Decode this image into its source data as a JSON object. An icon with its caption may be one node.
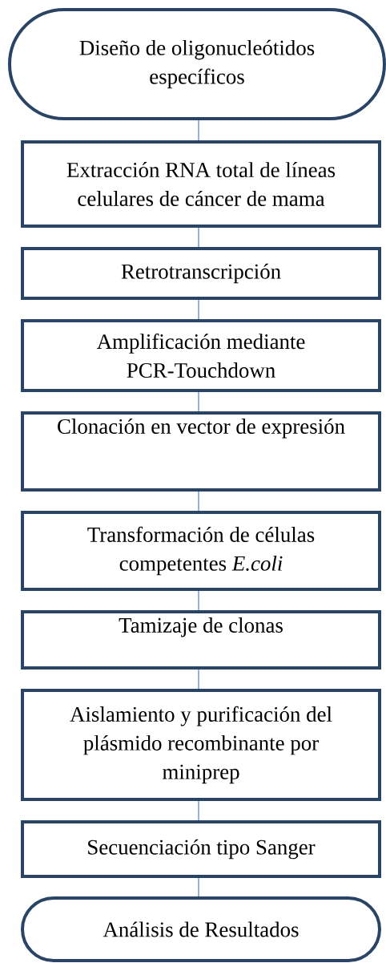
{
  "diagram": {
    "nodes": [
      {
        "text": [
          "Diseño de oligonucleótidos específicos"
        ]
      },
      {
        "text": [
          "Extracción RNA total de líneas celulares de cáncer de mama"
        ]
      },
      {
        "text": [
          "Retrotranscripción"
        ]
      },
      {
        "text": [
          "Amplificación mediante PCR-Touchdown"
        ]
      },
      {
        "text": [
          "Clonación en vector de expresión"
        ]
      },
      {
        "text": [
          "Transformación de células competentes *E.coli*"
        ]
      },
      {
        "text": [
          "Tamizaje de clonas"
        ]
      },
      {
        "text": [
          "Aislamiento y purificación del plásmido recombinante por miniprep"
        ]
      },
      {
        "text": [
          "Secuenciación tipo Sanger"
        ]
      },
      {
        "text": [
          "Análisis de Resultados"
        ]
      }
    ],
    "edges": [
      {
        "from": 0,
        "to": 1,
        "arrow": "none"
      },
      {
        "from": 1,
        "to": 2,
        "arrow": "none"
      },
      {
        "from": 2,
        "to": 3,
        "arrow": "none"
      },
      {
        "from": 3,
        "to": 4,
        "arrow": "none"
      },
      {
        "from": 4,
        "to": 5,
        "arrow": "none"
      },
      {
        "from": 5,
        "to": 6,
        "arrow": "none"
      },
      {
        "from": 6,
        "to": 7,
        "arrow": "none"
      },
      {
        "from": 7,
        "to": 8,
        "arrow": "none"
      },
      {
        "from": 8,
        "to": 9,
        "arrow": "none"
      }
    ]
  }
}
